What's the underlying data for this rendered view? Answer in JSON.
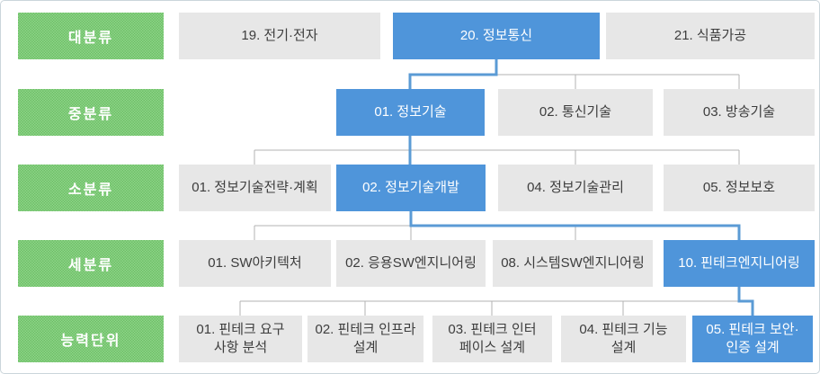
{
  "palette": {
    "green_base": "#6dbf66",
    "green_light": "#8fd48a",
    "blue_box": "#4f95da",
    "blue_line": "#5b9bd5",
    "gray_box": "#e7e7e7",
    "gray_line": "#b3b3b3",
    "text_dark": "#3d3d3d",
    "text_white": "#ffffff",
    "frame_border": "#cbd5db"
  },
  "rows": [
    {
      "label": "대분류",
      "boxes": [
        {
          "text": "19. 전기·전자",
          "highlight": false
        },
        {
          "text": "20. 정보통신",
          "highlight": true
        },
        {
          "text": "21. 식품가공",
          "highlight": false
        }
      ]
    },
    {
      "label": "중분류",
      "boxes": [
        {
          "text": "01. 정보기술",
          "highlight": true
        },
        {
          "text": "02. 통신기술",
          "highlight": false
        },
        {
          "text": "03. 방송기술",
          "highlight": false
        }
      ]
    },
    {
      "label": "소분류",
      "boxes": [
        {
          "text": "01. 정보기술전략·계획",
          "highlight": false
        },
        {
          "text": "02. 정보기술개발",
          "highlight": true
        },
        {
          "text": "04. 정보기술관리",
          "highlight": false
        },
        {
          "text": "05. 정보보호",
          "highlight": false
        }
      ]
    },
    {
      "label": "세분류",
      "boxes": [
        {
          "text": "01. SW아키텍처",
          "highlight": false
        },
        {
          "text": "02. 응용SW엔지니어링",
          "highlight": false
        },
        {
          "text": "08. 시스템SW엔지니어링",
          "highlight": false
        },
        {
          "text": "10. 핀테크엔지니어링",
          "highlight": true
        }
      ]
    },
    {
      "label": "능력단위",
      "boxes": [
        {
          "text": "01. 핀테크 요구\n사항 분석",
          "highlight": false
        },
        {
          "text": "02. 핀테크 인프라\n설계",
          "highlight": false
        },
        {
          "text": "03. 핀테크 인터\n페이스 설계",
          "highlight": false
        },
        {
          "text": "04. 핀테크 기능\n설계",
          "highlight": false
        },
        {
          "text": "05. 핀테크 보안·\n인증 설계",
          "highlight": true
        }
      ]
    }
  ]
}
